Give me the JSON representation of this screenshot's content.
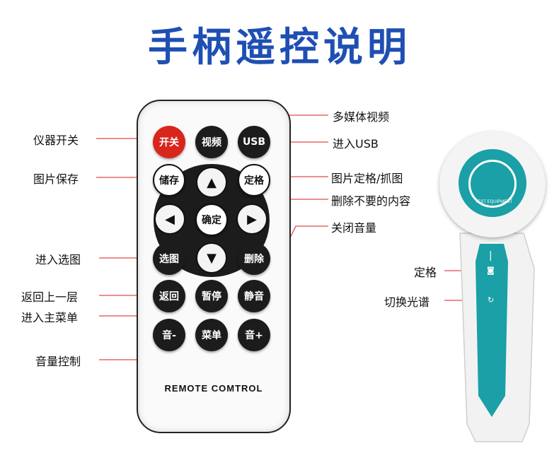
{
  "title": "手柄遥控说明",
  "remote": {
    "buttons": {
      "power": "开关",
      "video": "视频",
      "usb": "USB",
      "save": "储存",
      "freeze": "定格",
      "ok": "确定",
      "select_image": "选图",
      "delete": "删除",
      "back": "返回",
      "pause": "暂停",
      "mute": "静音",
      "vol_down": "音-",
      "menu": "菜单",
      "vol_up": "音+"
    },
    "brand_text": "REMOTE COMTROL"
  },
  "labels_left": {
    "power": "仪器开关",
    "save": "图片保存",
    "select": "进入选图",
    "back": "返回上一层",
    "menu": "进入主菜单",
    "volume": "音量控制"
  },
  "labels_right": {
    "multimedia": "多媒体视频",
    "usb": "进入USB",
    "freeze": "图片定格/抓图",
    "delete": "删除不要的内容",
    "mute": "关闭音量"
  },
  "device": {
    "lens_text": "TEST EQUIPMENT",
    "label_freeze": "定格",
    "label_spectrum": "切换光谱"
  },
  "colors": {
    "title": "#1f4fb3",
    "leader_line": "#e04b4b",
    "teal": "#1aa0a6",
    "power_button": "#d8261c"
  }
}
